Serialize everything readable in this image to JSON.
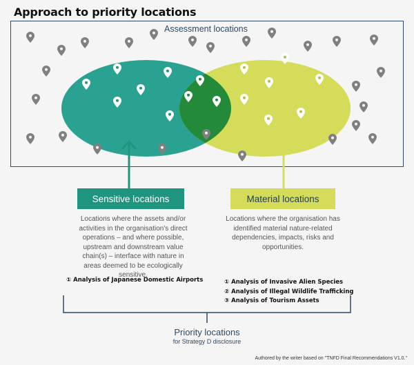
{
  "title": "Approach to priority locations",
  "assessment": {
    "label": "Assessment locations"
  },
  "colors": {
    "sensitive": "#1f9580",
    "material": "#d4dc5a",
    "overlap": "#228a38",
    "frame": "#2b4a6b",
    "pin_outside": "#808080",
    "pin_inside": "#ffffff"
  },
  "sensitive": {
    "label": "Sensitive locations",
    "description": "Locations where the assets and/or activities in the organisation's direct operations – and where possible, upstream and downstream value chain(s) – interface with nature in areas deemed to be ecologically sensitive.",
    "analyses": [
      "① Analysis of Japanese Domestic Airports"
    ]
  },
  "material": {
    "label": "Material locations",
    "description": "Locations where the organisation has identified material nature-related dependencies, impacts, risks and opportunities.",
    "analyses": [
      "① Analysis of Invasive Alien Species",
      "② Analysis of Illegal Wildlife Trafficking",
      "③ Analysis of Tourism Assets"
    ]
  },
  "priority": {
    "label": "Priority locations",
    "sublabel": "for Strategy D disclosure"
  },
  "credit": "Authored by the writer based on \"TNFD Final Recommendations V1.0.\""
}
